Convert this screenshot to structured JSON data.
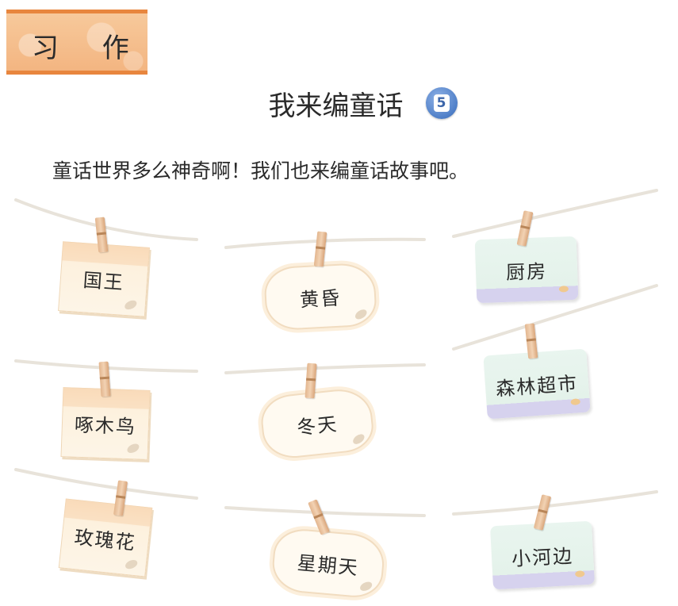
{
  "header": {
    "banner": "习 作",
    "title": "我来编童话",
    "unit_number": "5"
  },
  "intro": "童话世界多么神奇啊！我们也来编童话故事吧。",
  "cards": [
    "国王",
    "黄昏",
    "厨房",
    "啄木鸟",
    "冬天",
    "森林超市",
    "玫瑰花",
    "星期天",
    "小河边"
  ]
}
